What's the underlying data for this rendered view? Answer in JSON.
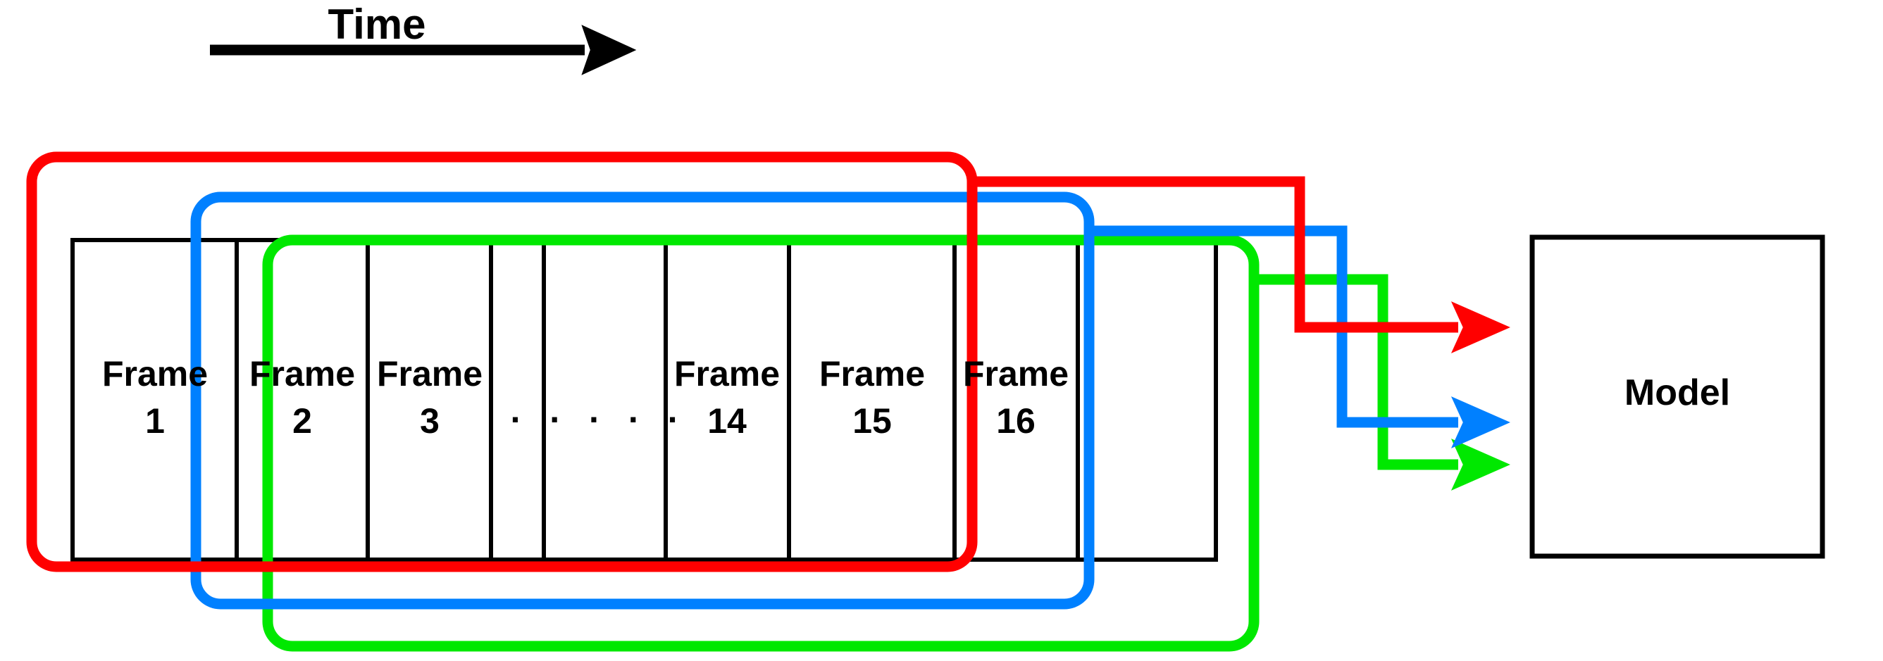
{
  "diagram": {
    "title": "Sliding temporal window sampling of video frames into a model",
    "time_axis": {
      "label": "Time",
      "arrow_icon": "right-arrow-icon",
      "direction": "left-to-right"
    },
    "frame_strip": {
      "label_prefix": "Frame",
      "total_frames": 16,
      "cells": [
        {
          "id": "frame-1",
          "line1": "Frame",
          "line2": "1",
          "is_ellipsis": false
        },
        {
          "id": "frame-2",
          "line1": "Frame",
          "line2": "2",
          "is_ellipsis": false
        },
        {
          "id": "frame-3",
          "line1": "Frame",
          "line2": "3",
          "is_ellipsis": false
        },
        {
          "id": "frames-ellipsis",
          "line1": "",
          "line2": ". . . . .",
          "is_ellipsis": true
        },
        {
          "id": "frame-14",
          "line1": "Frame",
          "line2": "14",
          "is_ellipsis": false
        },
        {
          "id": "frame-15",
          "line1": "Frame",
          "line2": "15",
          "is_ellipsis": false
        },
        {
          "id": "frame-16",
          "line1": "Frame",
          "line2": "16",
          "is_ellipsis": false
        }
      ]
    },
    "windows": [
      {
        "id": "window-red",
        "color": "#FF0000",
        "name": "window-1",
        "covers_frames": "1-15"
      },
      {
        "id": "window-blue",
        "color": "#0080FF",
        "name": "window-2",
        "covers_frames": "2-16"
      },
      {
        "id": "window-green",
        "color": "#00E800",
        "name": "window-3",
        "covers_frames": "3-16"
      }
    ],
    "model_box": {
      "label": "Model"
    },
    "colors": {
      "stroke_black": "#000000",
      "background": "#FFFFFF",
      "red": "#FF0000",
      "blue": "#0080FF",
      "green": "#00E800"
    }
  }
}
